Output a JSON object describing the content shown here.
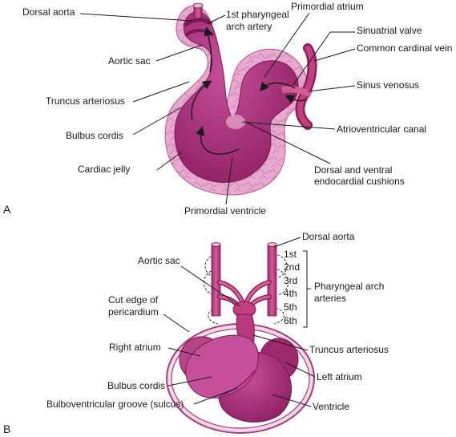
{
  "panels": {
    "a": "A",
    "b": "B"
  },
  "colors": {
    "tissue": "#a83a7a",
    "tissue_dark": "#8a1f5e",
    "jelly": "#e7a9cf",
    "vessel": "#c2407f",
    "vessel_light": "#d25d96"
  },
  "labels_a": {
    "dorsal_aorta": "Dorsal aorta",
    "pharyngeal_arch_artery_1": "1st pharyngeal",
    "pharyngeal_arch_artery_2": "arch artery",
    "primordial_atrium": "Primordial atrium",
    "sinuatrial_valve": "Sinuatrial valve",
    "common_cardinal_vein": "Common cardinal vein",
    "aortic_sac": "Aortic sac",
    "sinus_venosus": "Sinus venosus",
    "truncus_arteriosus": "Truncus arteriosus",
    "bulbus_cordis": "Bulbus cordis",
    "atrioventricular_canal": "Atrioventricular canal",
    "cardiac_jelly": "Cardiac jelly",
    "endocardial_cushions_1": "Dorsal and ventral",
    "endocardial_cushions_2": "endocardial cushions",
    "primordial_ventricle": "Primordial ventricle"
  },
  "labels_b": {
    "dorsal_aorta": "Dorsal aorta",
    "aortic_sac": "Aortic sac",
    "arch_numbers": [
      "1st",
      "2nd",
      "3rd",
      "4th",
      "5th",
      "6th"
    ],
    "pharyngeal_arch_1": "Pharyngeal arch",
    "pharyngeal_arch_2": "arteries",
    "cut_edge_1": "Cut edge of",
    "cut_edge_2": "pericardium",
    "right_atrium": "Right atrium",
    "truncus_arteriosus": "Truncus arteriosus",
    "left_atrium": "Left atrium",
    "bulbus_cordis": "Bulbus cordis",
    "bulboventricular_groove": "Bulboventricular groove (sulcus)",
    "ventricle": "Ventricle"
  }
}
